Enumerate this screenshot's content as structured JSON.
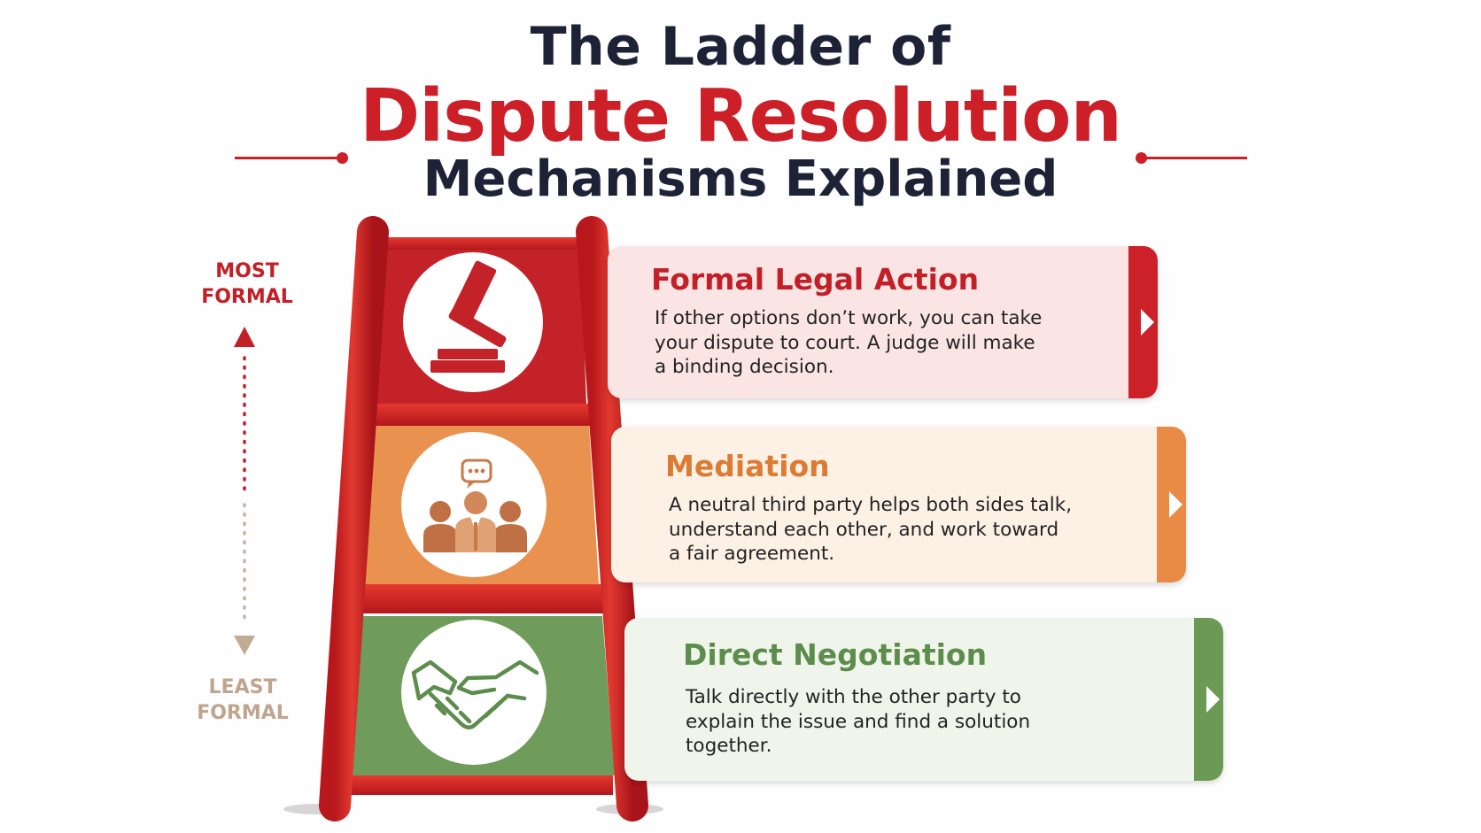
{
  "title": {
    "line1": "The Ladder of",
    "line2": "Dispute Resolution",
    "line3": "Mechanisms Explained"
  },
  "scale": {
    "top_label": "MOST\nFORMAL",
    "bottom_label": "LEAST\nFORMAL"
  },
  "steps": [
    {
      "title": "Formal Legal Action",
      "description_lines": [
        "If other options don’t work, you can take",
        "your dispute to court. A judge will make",
        "a binding decision."
      ],
      "icon": "gavel-icon",
      "color": "#cc2128"
    },
    {
      "title": "Mediation",
      "description_lines": [
        "A neutral third party helps both sides talk,",
        "understand each other, and work toward",
        "a fair agreement."
      ],
      "icon": "people-talking-icon",
      "color": "#e98a46"
    },
    {
      "title": "Direct Negotiation",
      "description_lines": [
        "Talk directly with the other party to",
        "explain the issue and find a solution",
        "together."
      ],
      "icon": "handshake-icon",
      "color": "#6b9a55"
    }
  ],
  "colors": {
    "title_dark": "#1d2236",
    "title_red": "#cc1f27",
    "ladder_red": "#d42a24",
    "formal_red": "#c21f26",
    "least_formal_tan": "#bfa58e"
  }
}
